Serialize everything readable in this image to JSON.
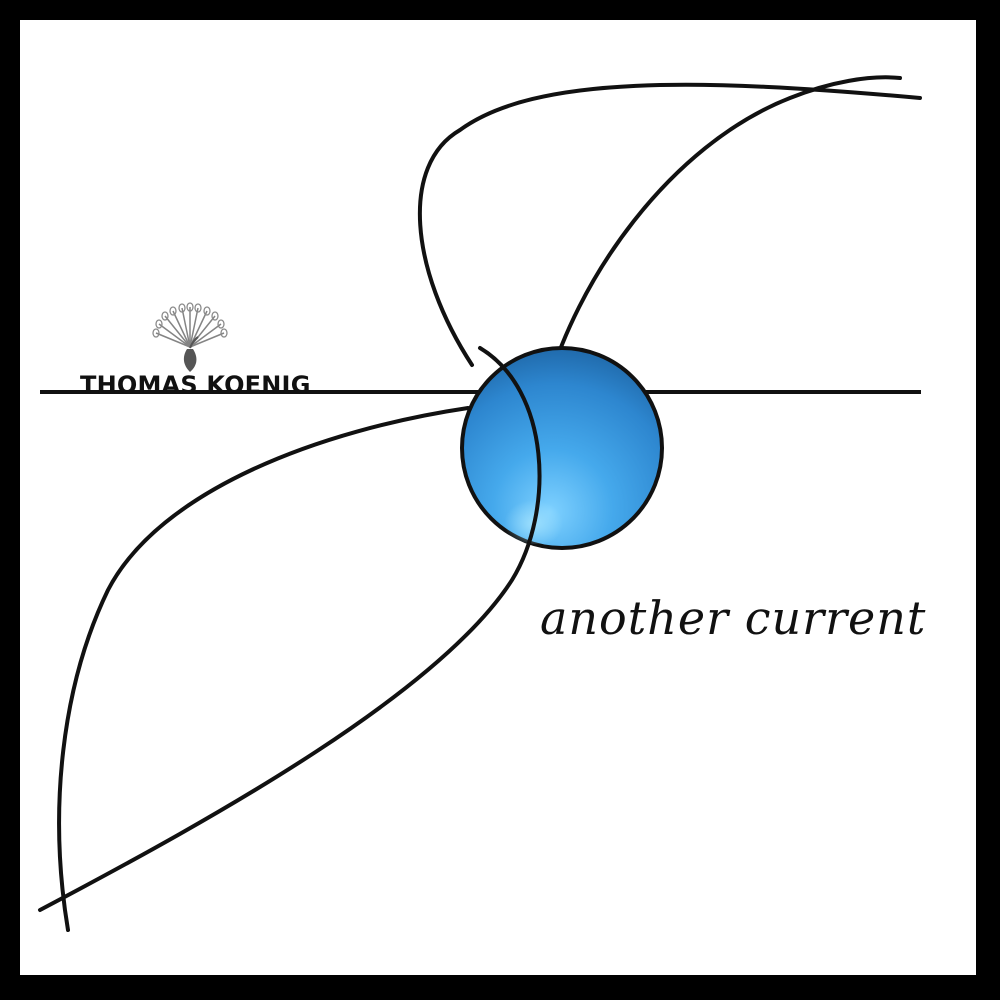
{
  "cover": {
    "artist": "THOMAS KOENIG",
    "title": "another current",
    "colors": {
      "frame": "#000000",
      "background": "#ffffff",
      "ink": "#111111",
      "orb_light": "#7cc9ff",
      "orb_mid": "#2f92da",
      "orb_dark": "#1762a4"
    },
    "icons": {
      "artist_mark": "peacock-fan-icon",
      "orb": "blue-sphere"
    }
  }
}
